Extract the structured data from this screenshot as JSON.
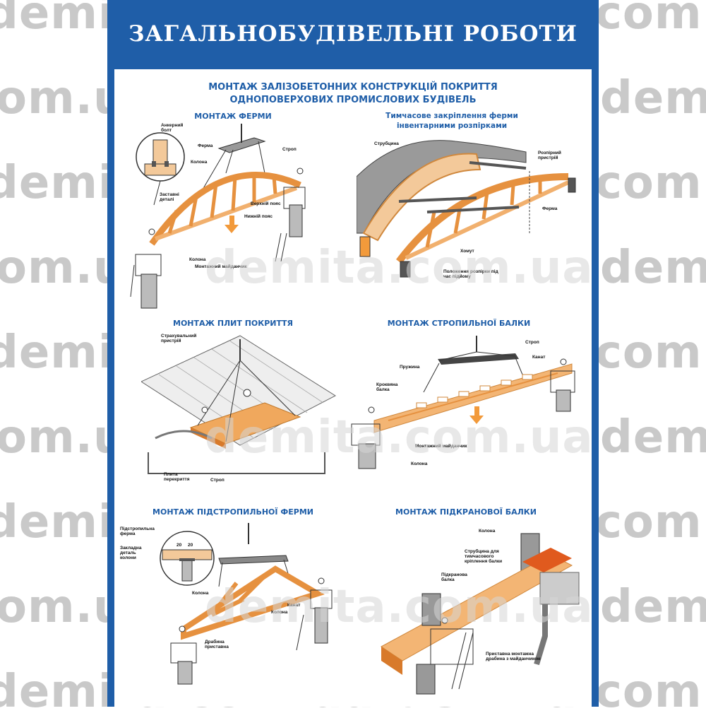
{
  "watermark": "demita.com.ua",
  "watermark_partial": "om.ua",
  "watermark_partial_left": "demi",
  "header": {
    "title": "ЗАГАЛЬНОБУДІВЕЛЬНІ РОБОТИ"
  },
  "main": {
    "heading_line1": "МОНТАЖ ЗАЛІЗОБЕТОННИХ КОНСТРУКЦІЙ ПОКРИТТЯ",
    "heading_line2": "ОДНОПОВЕРХОВИХ ПРОМИСЛОВИХ БУДІВЕЛЬ"
  },
  "sections": {
    "truss": {
      "title": "МОНТАЖ ФЕРМИ",
      "labels": {
        "anchor": "Анкерний болт",
        "truss": "Ферма",
        "column": "Колона",
        "sling": "Строп",
        "embedded": "Заставні деталі",
        "top_chord": "Верхній пояс",
        "bottom_chord": "Нижній пояс",
        "column2": "Колона",
        "platform": "Монтажний майданчик"
      }
    },
    "temp": {
      "title_line1": "Тимчасове закріплення ферми",
      "title_line2": "інвентарними розпірками",
      "labels": {
        "strut": "Струбцина",
        "spacer": "Розпірний пристрій",
        "truss": "Ферма",
        "clamp": "Хомут",
        "position": "Положення розпірки під час підйому"
      }
    },
    "slabs": {
      "title": "МОНТАЖ ПЛИТ ПОКРИТТЯ",
      "labels": {
        "safety": "Страхувальний пристрій",
        "slab": "Плита перекриття",
        "sling": "Строп"
      }
    },
    "rafter": {
      "title": "МОНТАЖ СТРОПИЛЬНОЇ БАЛКИ",
      "labels": {
        "sling": "Строп",
        "rope": "Канат",
        "spring": "Пружина",
        "beam": "Кроквяна балка",
        "platform": "Монтажний майданчик",
        "column": "Колона"
      }
    },
    "subtruss": {
      "title": "МОНТАЖ ПІДСТРОПИЛЬНОЇ ФЕРМИ",
      "labels": {
        "subtruss": "Підстропильна ферма",
        "embedded": "Закладна деталь колони",
        "column": "Колона",
        "rope": "Канат",
        "column2": "Колона",
        "ladder": "Драбина приставна",
        "dim1": "20",
        "dim2": "20"
      }
    },
    "crane": {
      "title": "МОНТАЖ ПІДКРАНОВОЇ БАЛКИ",
      "labels": {
        "column": "Колона",
        "clamp": "Струбцина для тимчасового кріплення балки",
        "beam": "Підкранова балка",
        "ladder": "Приставна монтажна драбина з майданчиком"
      }
    }
  }
}
